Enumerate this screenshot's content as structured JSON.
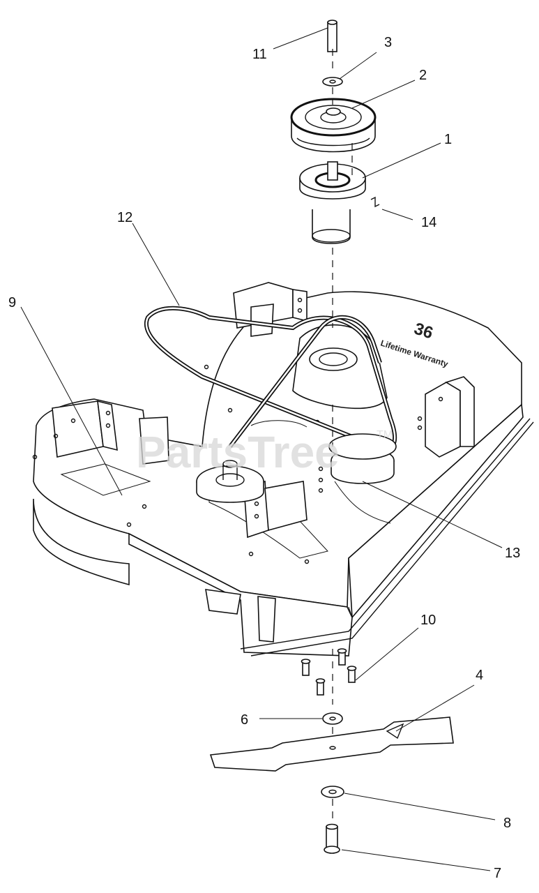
{
  "watermark": {
    "text": "PartsTree",
    "tm": "TM"
  },
  "deck_decal": {
    "line1": "Lifetime Warranty",
    "line2": "36"
  },
  "callouts": [
    {
      "id": "c11",
      "label": "11"
    },
    {
      "id": "c3",
      "label": "3"
    },
    {
      "id": "c2",
      "label": "2"
    },
    {
      "id": "c1",
      "label": "1"
    },
    {
      "id": "c14",
      "label": "14"
    },
    {
      "id": "c12",
      "label": "12"
    },
    {
      "id": "c9",
      "label": "9"
    },
    {
      "id": "c13",
      "label": "13"
    },
    {
      "id": "c10",
      "label": "10"
    },
    {
      "id": "c4",
      "label": "4"
    },
    {
      "id": "c6",
      "label": "6"
    },
    {
      "id": "c8",
      "label": "8"
    },
    {
      "id": "c7",
      "label": "7"
    }
  ]
}
